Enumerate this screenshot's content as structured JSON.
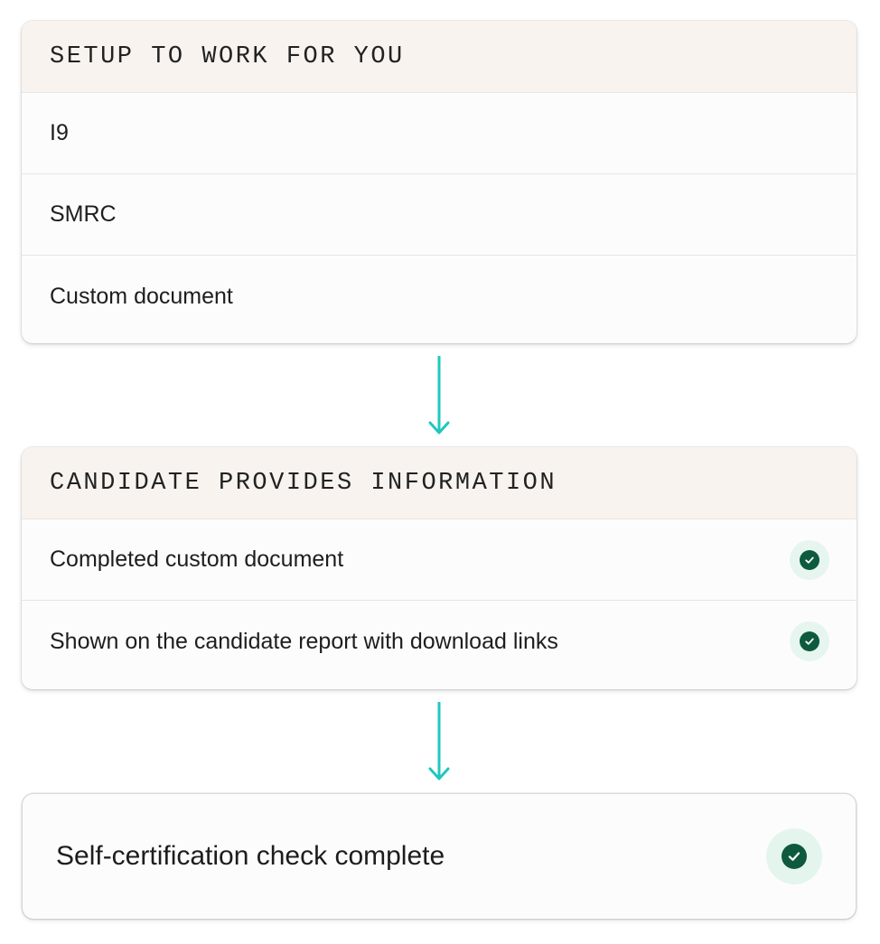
{
  "colors": {
    "header_bg": "#f8f3ef",
    "arrow": "#1fc7bf",
    "check_dark": "#0e5a3e",
    "check_light": "#e6f5ef"
  },
  "setup_card": {
    "title": "SETUP TO WORK FOR YOU",
    "items": [
      {
        "label": "I9"
      },
      {
        "label": "SMRC"
      },
      {
        "label": "Custom document"
      }
    ]
  },
  "candidate_card": {
    "title": "CANDIDATE PROVIDES INFORMATION",
    "items": [
      {
        "label": "Completed custom document",
        "icon": "check-circle-icon"
      },
      {
        "label": "Shown on the candidate report with download links",
        "icon": "check-circle-icon"
      }
    ]
  },
  "result_card": {
    "label": "Self-certification check complete",
    "icon": "check-circle-icon"
  }
}
